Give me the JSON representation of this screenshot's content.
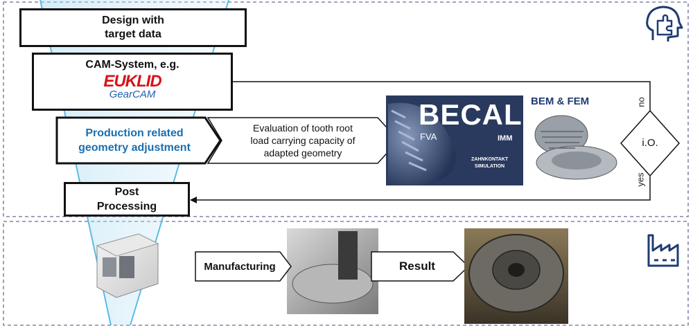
{
  "digital_process": {
    "design_box": {
      "line1": "Design with",
      "line2": "target data"
    },
    "cam_box": {
      "title": "CAM-System, e.g.",
      "logo_text": "EUKLID",
      "logo_subtext": "GearCAM"
    },
    "adjustment_box": {
      "line1": "Production related",
      "line2": "geometry adjustment"
    },
    "evaluation_arrow": {
      "line1": "Evaluation of tooth root",
      "line2": "load carrying capacity of",
      "line3": "adapted geometry"
    },
    "becal_image": {
      "logo": "BECAL",
      "org": "FVA",
      "institute": "IMM",
      "caption_line1": "ZAHNKONTAKT",
      "caption_line2": "SIMULATION"
    },
    "bem_fem_label": "BEM & FEM",
    "decision": {
      "label": "i.O.",
      "no_label": "no",
      "yes_label": "yes"
    },
    "post_box": {
      "line1": "Post",
      "line2": "Processing"
    }
  },
  "manufacturing_process": {
    "manufacturing_label": "Manufacturing",
    "result_label": "Result"
  },
  "icons": {
    "top_right": "head-puzzle-icon",
    "bottom_right": "factory-icon"
  },
  "colors": {
    "accent_blue": "#1a6fb0",
    "icon_navy": "#1f3b73",
    "dashed_border": "#6a6a9a",
    "logo_red": "#d8121b",
    "logo_blue": "#2060b0",
    "becal_bg": "#2a3a5e"
  }
}
